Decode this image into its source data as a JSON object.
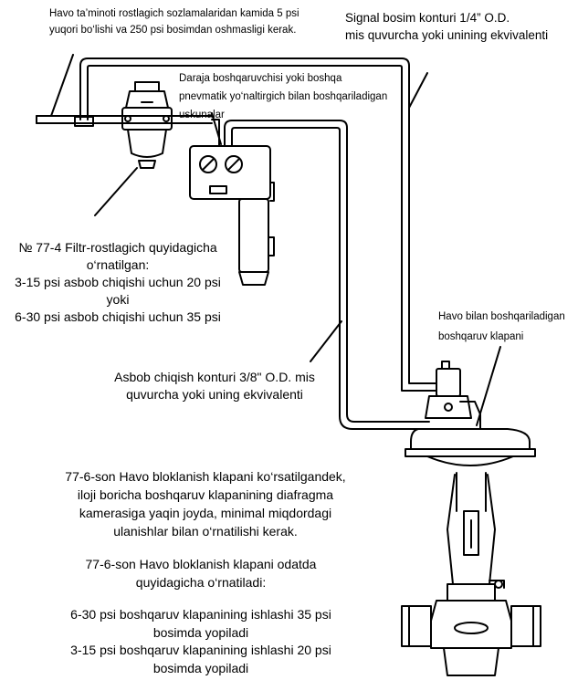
{
  "labels": {
    "air_supply": [
      "Havo ta’minoti rostlagich sozlamalaridan kamida 5 psi",
      "yuqori bo‘lishi va 250 psi bosimdan oshmasligi kerak."
    ],
    "signal_line": [
      "Signal bosim konturi 1/4” O.D.",
      "mis quvurcha yoki unining ekvivalenti"
    ],
    "controller": [
      "Daraja boshqaruvchisi yoki boshqa",
      "pnevmatik yo‘naltirgich bilan boshqariladigan",
      "uskunalar"
    ],
    "filter_regulator": [
      "№ 77-4 Filtr-rostlagich quyidagicha",
      "o‘rnatilgan:",
      "3-15 psi asbob chiqishi uchun 20 psi",
      "yoki",
      "6-30 psi asbob chiqishi uchun 35 psi"
    ],
    "control_valve": [
      "Havo bilan boshqariladigan",
      "boshqaruv klapani"
    ],
    "instrument_outlet": [
      "Asbob chiqish konturi 3/8\" O.D. mis",
      "quvurcha yoki uning ekvivalenti"
    ],
    "lockup_note": [
      "77-6-son Havo bloklanish klapani ko‘rsatilgandek,",
      "iloji boricha boshqaruv klapanining diafragma",
      "kamerasiga yaqin joyda, minimal miqdordagi",
      "ulanishlar bilan o‘rnatilishi kerak."
    ],
    "lockup_install_title": [
      "77-6-son Havo bloklanish klapani odatda",
      "quyidagicha o‘rnatiladi:"
    ],
    "lockup_install_cases": [
      "6-30 psi boshqaruv klapanining ishlashi 35 psi",
      "bosimda yopiladi",
      "3-15 psi boshqaruv klapanining ishlashi 20 psi",
      "bosimda yopiladi"
    ]
  }
}
